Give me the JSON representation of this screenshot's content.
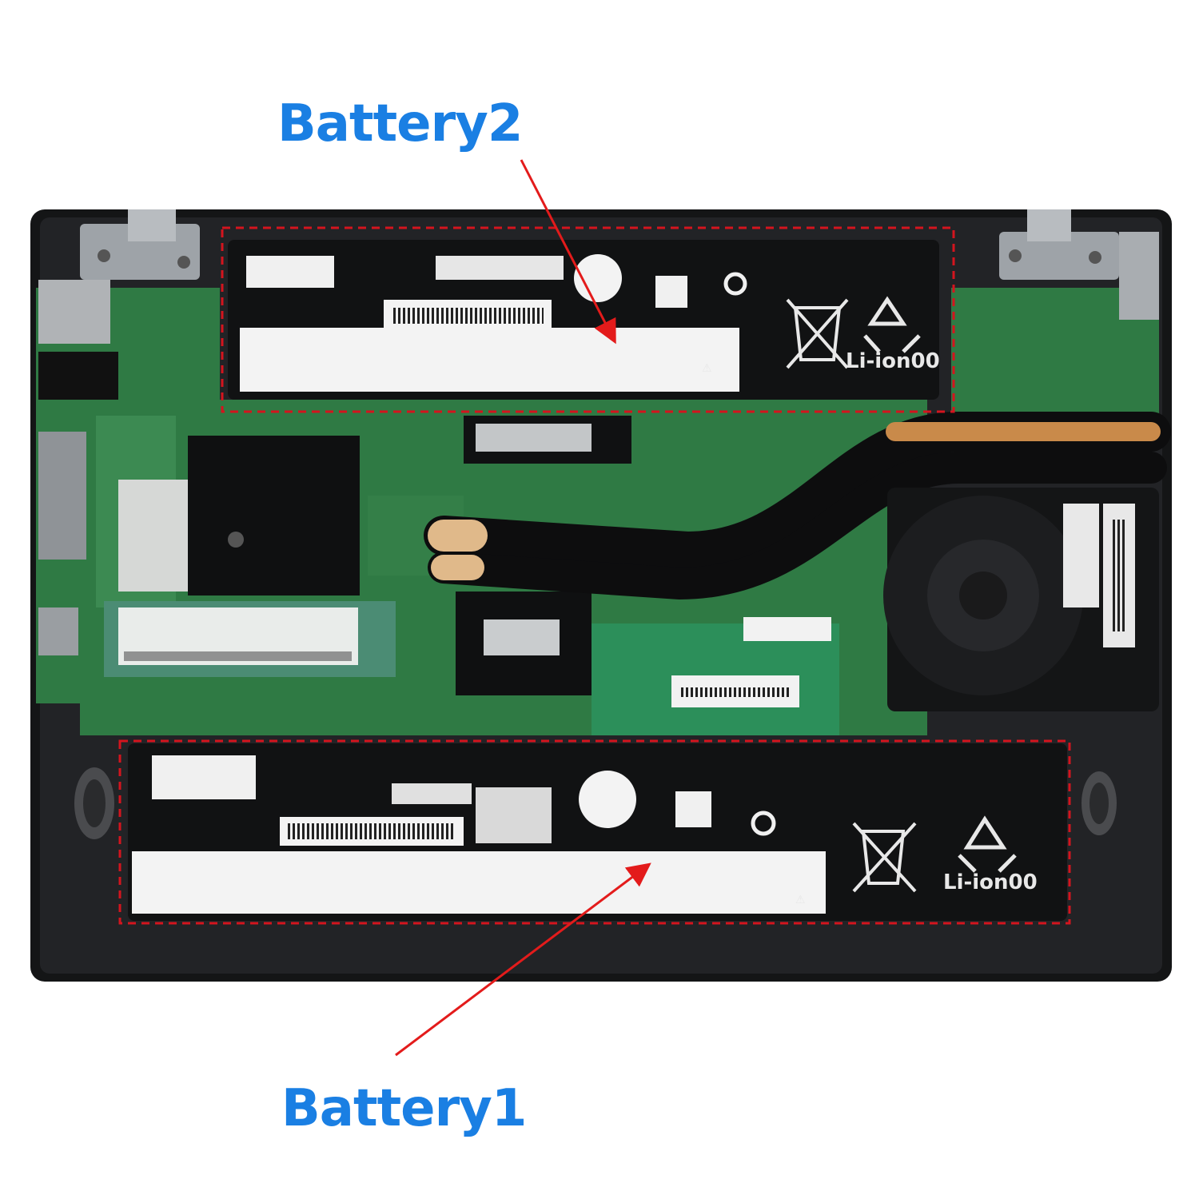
{
  "annotations": {
    "battery_top": "Battery2",
    "battery_bottom": "Battery1"
  },
  "battery_top": {
    "chemistry_label": "Li-ion00",
    "recycle_label": "RECYCLE"
  },
  "battery_bottom": {
    "chemistry_label": "Li-ion00",
    "recycle_label": "RECYCLE"
  },
  "colors": {
    "caption": "#1a7fe3",
    "arrow": "#e31b1b",
    "outline": "#d4141e",
    "chassis": "#1c1d1f",
    "board": "#2f7a44"
  }
}
